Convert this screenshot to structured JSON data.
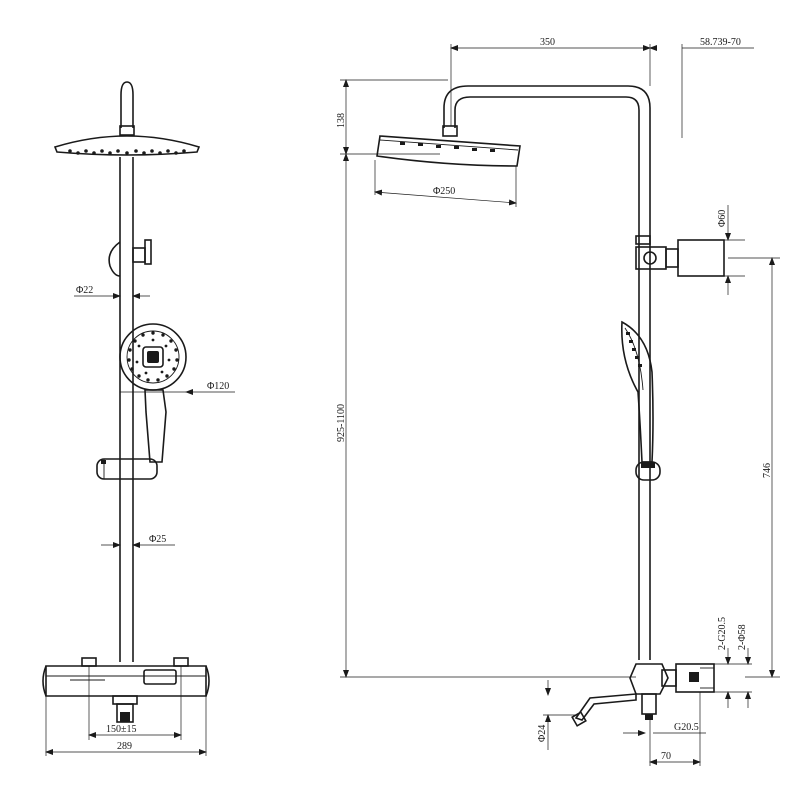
{
  "front_view": {
    "dims": {
      "bar_diameter_top": "Φ22",
      "handshower_diameter": "Φ120",
      "bar_diameter_lower": "Φ25",
      "inlet_centers": "150±15",
      "body_width": "289"
    }
  },
  "side_view": {
    "dims": {
      "arm_reach": "350",
      "wall_offset": "58.739-70",
      "head_drop": "138",
      "head_diameter": "Φ250",
      "height_range": "925-1100",
      "holder_diameter": "Φ60",
      "bracket_spacing": "746",
      "inlet_thread_a": "2-G20.5",
      "inlet_diameter": "2-Φ58",
      "spout_diameter": "Φ24",
      "outlet_thread": "G20.5",
      "spout_projection": "70"
    }
  }
}
